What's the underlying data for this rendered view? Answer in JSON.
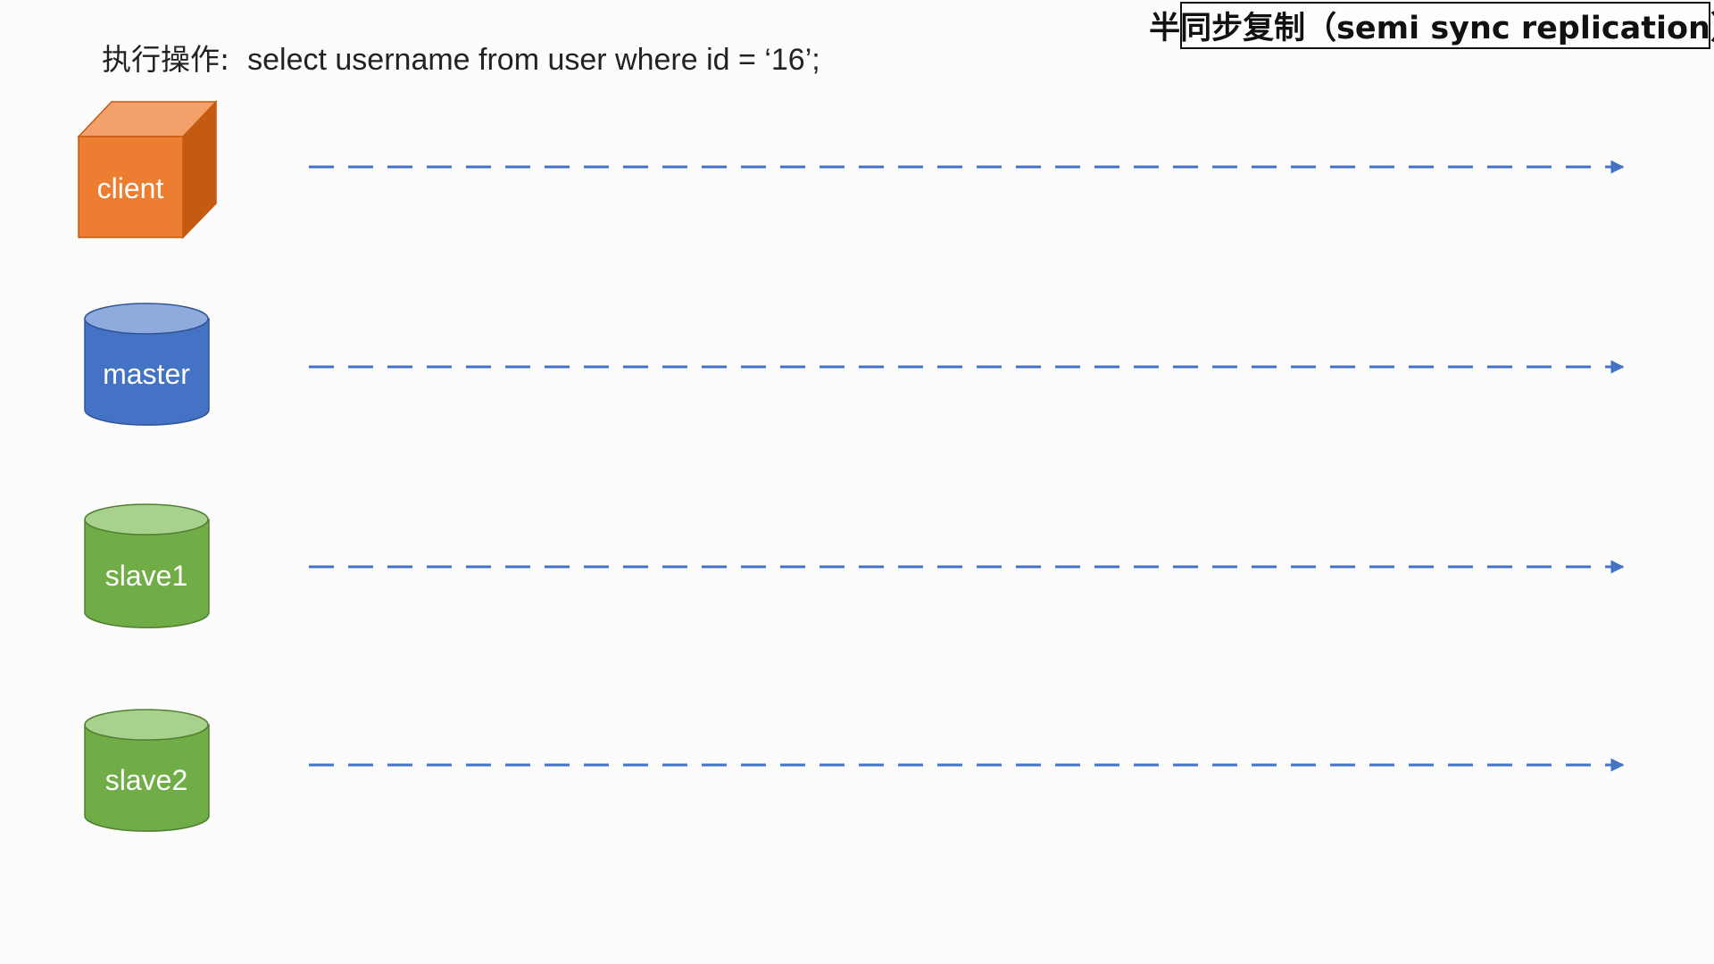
{
  "title": "半同步复制（semi sync replication）",
  "operation": {
    "label": "执行操作:",
    "sql": "select username from user where id = ‘16’;"
  },
  "nodes": [
    {
      "id": "client",
      "label": "client",
      "shape": "cube",
      "color": "#ED7D31",
      "dark": "#C55A11",
      "light": "#F4A06A"
    },
    {
      "id": "master",
      "label": "master",
      "shape": "cylinder",
      "color": "#4472C4",
      "dark": "#2F5597",
      "light": "#8FAADC"
    },
    {
      "id": "slave1",
      "label": "slave1",
      "shape": "cylinder",
      "color": "#70AD47",
      "dark": "#507E32",
      "light": "#A9D18E"
    },
    {
      "id": "slave2",
      "label": "slave2",
      "shape": "cylinder",
      "color": "#70AD47",
      "dark": "#507E32",
      "light": "#A9D18E"
    }
  ],
  "timeline_color": "#4472C4"
}
